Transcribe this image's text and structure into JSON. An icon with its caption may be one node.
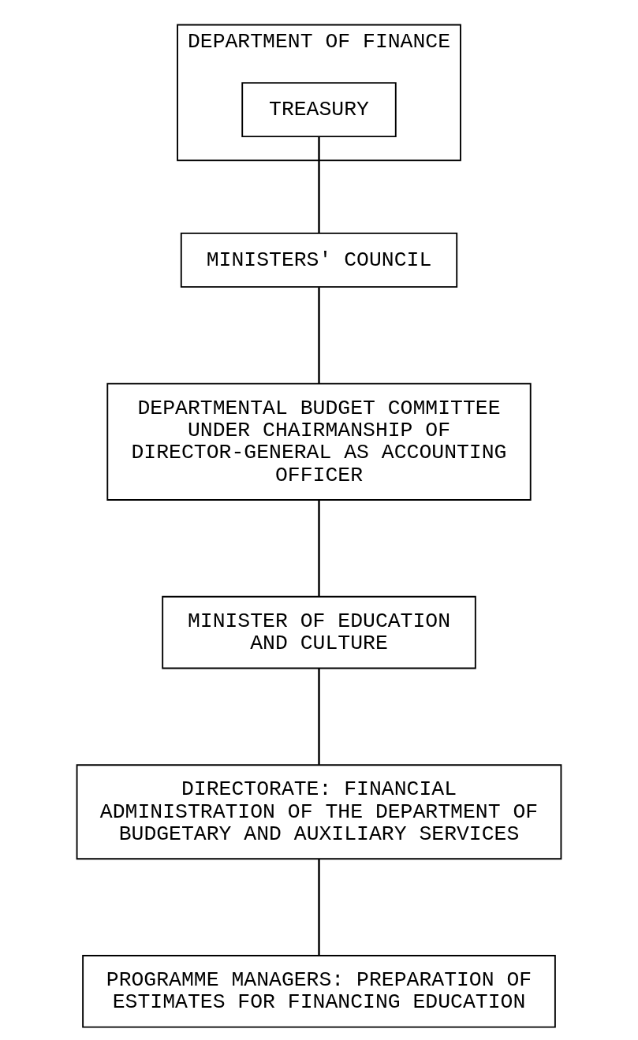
{
  "diagram": {
    "nodes": [
      {
        "text": [
          "DEPARTMENT OF FINANCE"
        ]
      },
      {
        "text": [
          "TREASURY"
        ],
        "in": 0
      },
      {
        "text": [
          "MINISTERS' COUNCIL"
        ]
      },
      {
        "text": [
          "DEPARTMENTAL BUDGET COMMITTEE UNDER CHAIRMANSHIP OF DIRECTOR-GENERAL AS ACCOUNTING OFFICER"
        ]
      },
      {
        "text": [
          "MINISTER OF EDUCATION AND CULTURE"
        ]
      },
      {
        "text": [
          "DIRECTORATE: FINANCIAL ADMINISTRATION OF THE DEPARTMENT OF BUDGETARY AND AUXILIARY SERVICES"
        ]
      },
      {
        "text": [
          "PROGRAMME MANAGERS: PREPARATION OF ESTIMATES FOR FINANCING EDUCATION"
        ]
      }
    ],
    "edges": [
      {
        "from": 1,
        "to": 2,
        "arrow": "none"
      },
      {
        "from": 2,
        "to": 3,
        "arrow": "none"
      },
      {
        "from": 3,
        "to": 4,
        "arrow": "none"
      },
      {
        "from": 4,
        "to": 5,
        "arrow": "none"
      },
      {
        "from": 5,
        "to": 6,
        "arrow": "none"
      }
    ]
  }
}
